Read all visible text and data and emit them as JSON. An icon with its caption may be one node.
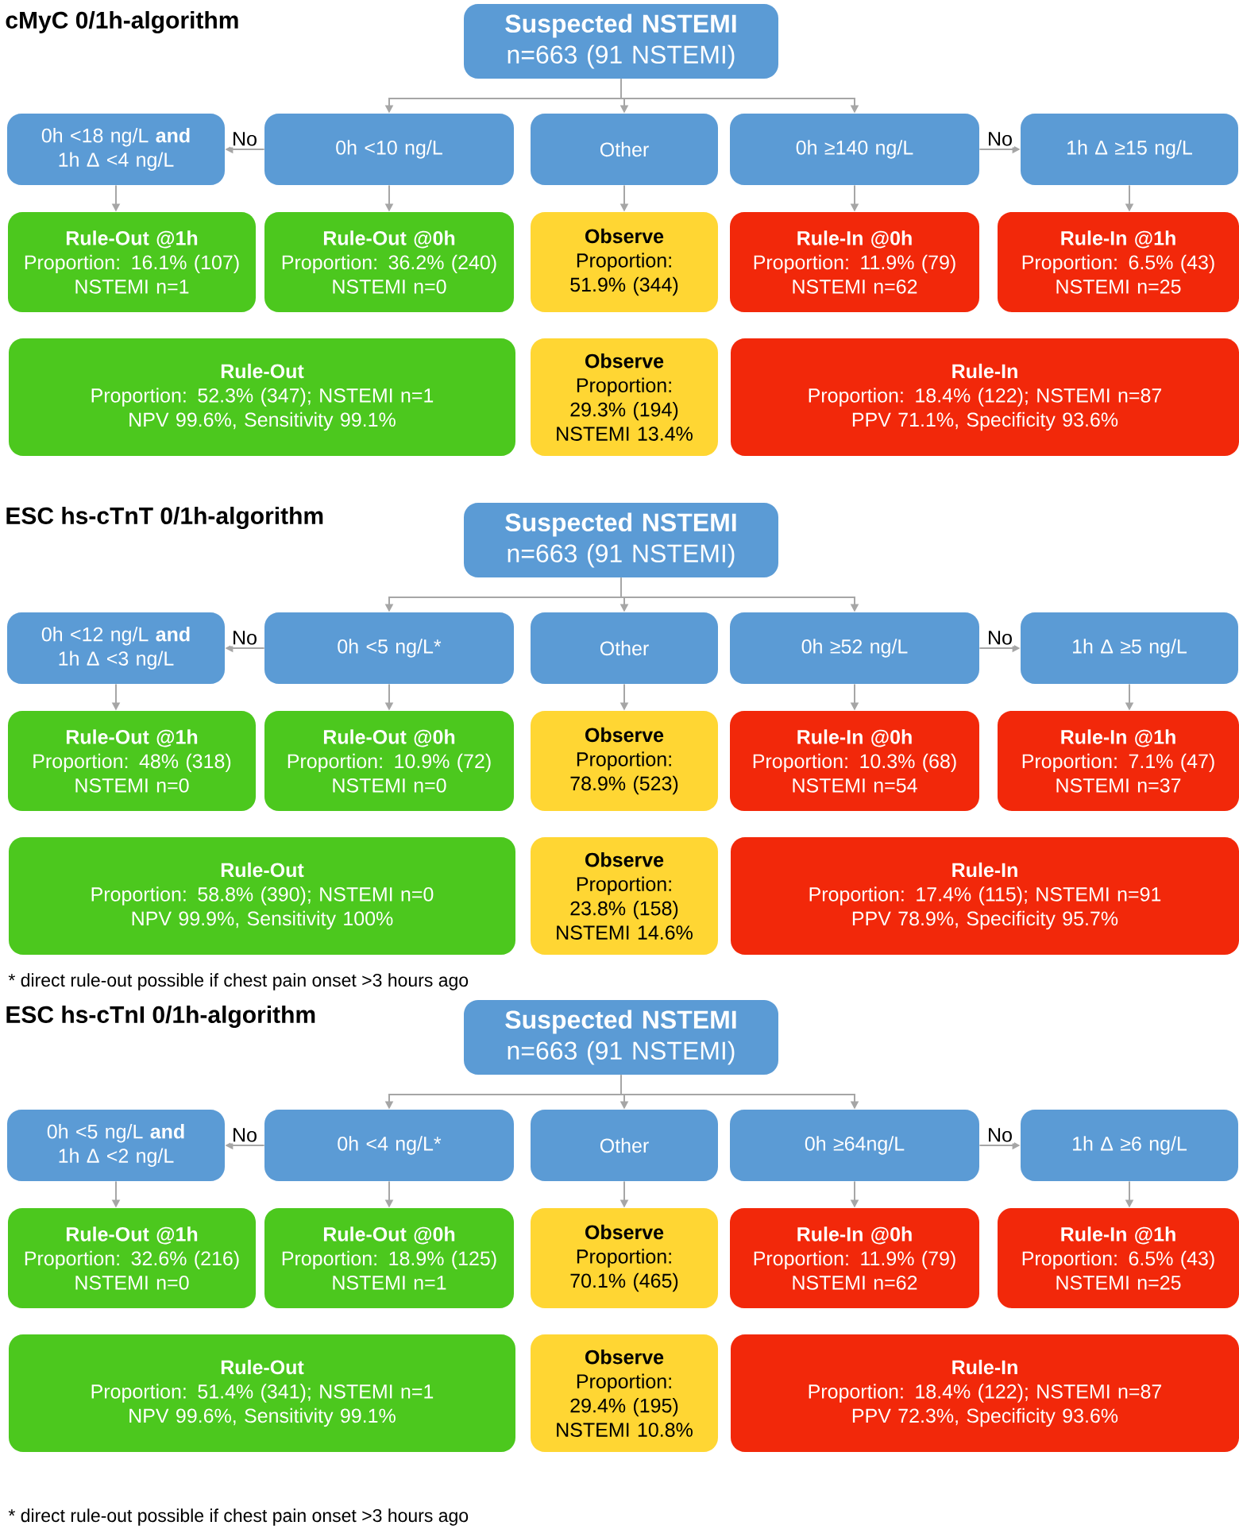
{
  "diagram": {
    "nodes": [
      {
        "text": [
          "Suspected NSTEMI",
          "n=663 (91 NSTEMI)"
        ]
      },
      {
        "text": [
          "0h <18 ng/L **and** 1h Δ <4 ng/L"
        ]
      },
      {
        "text": [
          "0h <10 ng/L"
        ]
      },
      {
        "text": [
          "Other"
        ]
      },
      {
        "text": [
          "0h ≥140 ng/L"
        ]
      },
      {
        "text": [
          "1h Δ ≥15 ng/L"
        ]
      },
      {
        "text": [
          "Rule-Out @1h",
          "Proportion: 16.1% (107)",
          "NSTEMI n=1"
        ]
      },
      {
        "text": [
          "Rule-Out @0h",
          "Proportion: 36.2% (240)",
          "NSTEMI n=0"
        ]
      },
      {
        "text": [
          "Observe",
          "Proportion: 51.9% (344)"
        ]
      },
      {
        "text": [
          "Rule-In @0h",
          "Proportion: 11.9% (79)",
          "NSTEMI n=62"
        ]
      },
      {
        "text": [
          "Rule-In @1h",
          "Proportion: 6.5% (43)",
          "NSTEMI n=25"
        ]
      },
      {
        "text": [
          "Rule-Out",
          "Proportion: 52.3% (347); NSTEMI n=1",
          "NPV 99.6%, Sensitivity 99.1%"
        ]
      },
      {
        "text": [
          "Observe",
          "Proportion: 29.3% (194)",
          "NSTEMI 13.4%"
        ]
      },
      {
        "text": [
          "Rule-In",
          "Proportion: 18.4% (122); NSTEMI n=87",
          "PPV 71.1%, Specificity 93.6%"
        ]
      },
      {
        "text": [
          "Suspected NSTEMI",
          "n=663 (91 NSTEMI)"
        ]
      },
      {
        "text": [
          "0h <12 ng/L **and** 1h Δ <3 ng/L"
        ]
      },
      {
        "text": [
          "0h <5 ng/L*"
        ]
      },
      {
        "text": [
          "Other"
        ]
      },
      {
        "text": [
          "0h ≥52 ng/L"
        ]
      },
      {
        "text": [
          "1h Δ ≥5 ng/L"
        ]
      },
      {
        "text": [
          "Rule-Out @1h",
          "Proportion: 48% (318)",
          "NSTEMI n=0"
        ]
      },
      {
        "text": [
          "Rule-Out @0h",
          "Proportion: 10.9% (72)",
          "NSTEMI n=0"
        ]
      },
      {
        "text": [
          "Observe",
          "Proportion: 78.9% (523)"
        ]
      },
      {
        "text": [
          "Rule-In @0h",
          "Proportion: 10.3% (68)",
          "NSTEMI n=54"
        ]
      },
      {
        "text": [
          "Rule-In @1h",
          "Proportion: 7.1% (47)",
          "NSTEMI n=37"
        ]
      },
      {
        "text": [
          "Rule-Out",
          "Proportion: 58.8% (390); NSTEMI n=0",
          "NPV 99.9%, Sensitivity 100%"
        ]
      },
      {
        "text": [
          "Observe",
          "Proportion: 23.8% (158)",
          "NSTEMI 14.6%"
        ]
      },
      {
        "text": [
          "Rule-In",
          "Proportion: 17.4% (115); NSTEMI n=91",
          "PPV 78.9%, Specificity 95.7%"
        ]
      },
      {
        "text": [
          "Suspected NSTEMI",
          "n=663 (91 NSTEMI)"
        ]
      },
      {
        "text": [
          "0h <5 ng/L **and** 1h Δ <2 ng/L"
        ]
      },
      {
        "text": [
          "0h <4 ng/L*"
        ]
      },
      {
        "text": [
          "Other"
        ]
      },
      {
        "text": [
          "0h ≥64ng/L"
        ]
      },
      {
        "text": [
          "1h Δ ≥6 ng/L"
        ]
      },
      {
        "text": [
          "Rule-Out @1h",
          "Proportion: 32.6% (216)",
          "NSTEMI n=0"
        ]
      },
      {
        "text": [
          "Rule-Out @0h",
          "Proportion: 18.9% (125)",
          "NSTEMI n=1"
        ]
      },
      {
        "text": [
          "Observe",
          "Proportion: 70.1% (465)"
        ]
      },
      {
        "text": [
          "Rule-In @0h",
          "Proportion: 11.9% (79)",
          "NSTEMI n=62"
        ]
      },
      {
        "text": [
          "Rule-In @1h",
          "Proportion: 6.5% (43)",
          "NSTEMI n=25"
        ]
      },
      {
        "text": [
          "Rule-Out",
          "Proportion: 51.4% (341); NSTEMI n=1",
          "NPV 99.6%, Sensitivity 99.1%"
        ]
      },
      {
        "text": [
          "Observe",
          "Proportion: 29.4% (195)",
          "NSTEMI 10.8%"
        ]
      },
      {
        "text": [
          "Rule-In",
          "Proportion: 18.4% (122); NSTEMI n=87",
          "PPV 72.3%, Specificity 93.6%"
        ]
      }
    ],
    "edges": [
      {
        "from": 0,
        "to": 2,
        "arrow": "to"
      },
      {
        "from": 0,
        "to": 3,
        "arrow": "to"
      },
      {
        "from": 0,
        "to": 4,
        "arrow": "to"
      },
      {
        "from": 2,
        "to": 1,
        "arrow": "to",
        "label": "No"
      },
      {
        "from": 4,
        "to": 5,
        "arrow": "to",
        "label": "No"
      },
      {
        "from": 1,
        "to": 6,
        "arrow": "to"
      },
      {
        "from": 2,
        "to": 7,
        "arrow": "to"
      },
      {
        "from": 3,
        "to": 8,
        "arrow": "to"
      },
      {
        "from": 4,
        "to": 9,
        "arrow": "to"
      },
      {
        "from": 5,
        "to": 10,
        "arrow": "to"
      },
      {
        "from": 14,
        "to": 16,
        "arrow": "to"
      },
      {
        "from": 14,
        "to": 17,
        "arrow": "to"
      },
      {
        "from": 14,
        "to": 18,
        "arrow": "to"
      },
      {
        "from": 16,
        "to": 15,
        "arrow": "to",
        "label": "No"
      },
      {
        "from": 18,
        "to": 19,
        "arrow": "to",
        "label": "No"
      },
      {
        "from": 15,
        "to": 20,
        "arrow": "to"
      },
      {
        "from": 16,
        "to": 21,
        "arrow": "to"
      },
      {
        "from": 17,
        "to": 22,
        "arrow": "to"
      },
      {
        "from": 18,
        "to": 23,
        "arrow": "to"
      },
      {
        "from": 19,
        "to": 24,
        "arrow": "to"
      },
      {
        "from": 28,
        "to": 30,
        "arrow": "to"
      },
      {
        "from": 28,
        "to": 31,
        "arrow": "to"
      },
      {
        "from": 28,
        "to": 32,
        "arrow": "to"
      },
      {
        "from": 30,
        "to": 29,
        "arrow": "to",
        "label": "No"
      },
      {
        "from": 32,
        "to": 33,
        "arrow": "to",
        "label": "No"
      },
      {
        "from": 29,
        "to": 34,
        "arrow": "to"
      },
      {
        "from": 30,
        "to": 35,
        "arrow": "to"
      },
      {
        "from": 31,
        "to": 36,
        "arrow": "to"
      },
      {
        "from": 32,
        "to": 37,
        "arrow": "to"
      },
      {
        "from": 33,
        "to": 38,
        "arrow": "to"
      }
    ],
    "labels": [
      "cMyC 0/1h-algorithm",
      "ESC hs-cTnT 0/1h-algorithm",
      "* direct rule-out possible if chest pain onset >3 hours ago",
      "ESC hs-cTnI 0/1h-algorithm",
      "* direct rule-out possible if chest pain onset >3 hours ago"
    ]
  }
}
